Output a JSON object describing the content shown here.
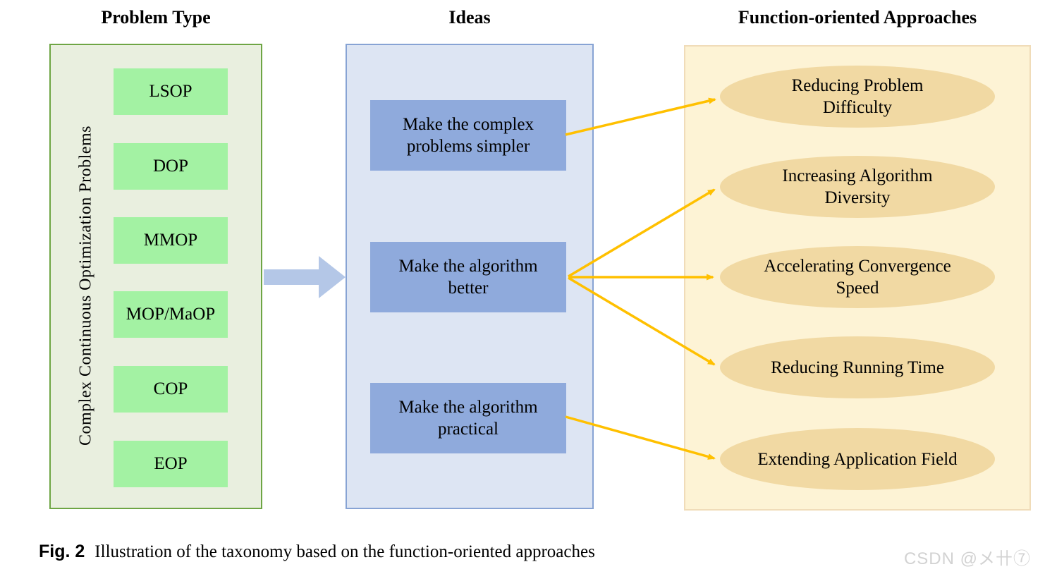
{
  "figure": {
    "columns": {
      "problem_type": {
        "title": "Problem Type",
        "group_label": "Complex Continuous Optimization Problems",
        "items": [
          "LSOP",
          "DOP",
          "MMOP",
          "MOP/MaOP",
          "COP",
          "EOP"
        ]
      },
      "ideas": {
        "title": "Ideas",
        "items": [
          "Make the complex\nproblems simpler",
          "Make the algorithm\nbetter",
          "Make the algorithm\npractical"
        ]
      },
      "approaches": {
        "title": "Function-oriented Approaches",
        "items": [
          "Reducing Problem\nDifficulty",
          "Increasing Algorithm\nDiversity",
          "Accelerating Convergence\nSpeed",
          "Reducing Running Time",
          "Extending Application Field"
        ]
      }
    },
    "connections": [
      {
        "from": "Problem Type panel",
        "to": "Ideas panel"
      },
      {
        "from": "Make the complex problems simpler",
        "to": "Reducing Problem Difficulty"
      },
      {
        "from": "Make the algorithm better",
        "to": "Increasing Algorithm Diversity"
      },
      {
        "from": "Make the algorithm better",
        "to": "Accelerating Convergence Speed"
      },
      {
        "from": "Make the algorithm better",
        "to": "Reducing Running Time"
      },
      {
        "from": "Make the algorithm practical",
        "to": "Extending Application Field"
      }
    ],
    "colors": {
      "green_panel_fill": "#e9efdf",
      "green_panel_border": "#6ea544",
      "green_box_fill": "#a3f2a3",
      "blue_panel_fill": "#dde5f3",
      "blue_panel_border": "#87a3d4",
      "blue_box_fill": "#8faadc",
      "yellow_panel_fill": "#fdf3d5",
      "yellow_panel_border": "#f0dcb9",
      "ellipse_fill": "#f1d9a3",
      "connector_arrow": "#ffc000",
      "main_arrow": "#b4c7e7"
    }
  },
  "caption": {
    "fig_label": "Fig. 2",
    "text": "Illustration of the taxonomy based on the function-oriented approaches"
  },
  "watermark": "CSDN @メ卄⑦"
}
